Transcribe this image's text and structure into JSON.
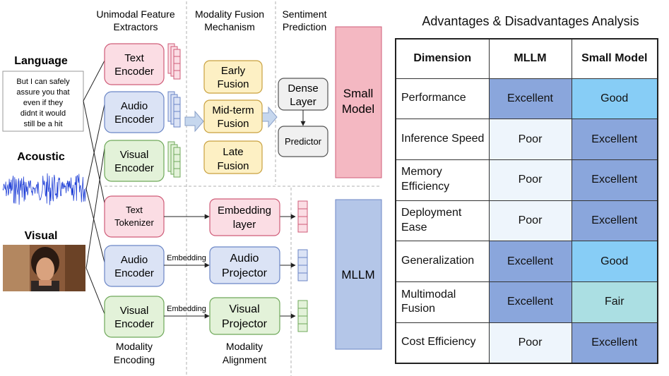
{
  "diagram": {
    "headers": {
      "unimodal_line1": "Unimodal Feature",
      "unimodal_line2": "Extractors",
      "fusion_line1": "Modality Fusion",
      "fusion_line2": "Mechanism",
      "sentiment_line1": "Sentiment",
      "sentiment_line2": "Prediction"
    },
    "inputs": {
      "language": "Language",
      "language_text": [
        "But I can safely",
        "assure you that",
        "even if they",
        "didnt it would",
        "still be a hit"
      ],
      "acoustic": "Acoustic",
      "visual": "Visual"
    },
    "encoders": {
      "text": [
        "Text",
        "Encoder"
      ],
      "audio": [
        "Audio",
        "Encoder"
      ],
      "visual": [
        "Visual",
        "Encoder"
      ]
    },
    "fusion": {
      "early": [
        "Early",
        "Fusion"
      ],
      "mid": [
        "Mid-term",
        "Fusion"
      ],
      "late": [
        "Late",
        "Fusion"
      ]
    },
    "prediction": {
      "dense": [
        "Dense",
        "Layer"
      ],
      "predictor": "Predictor",
      "small_model": [
        "Small",
        "Model"
      ]
    },
    "mllm_branch": {
      "text_tokenizer": [
        "Text",
        "Tokenizer"
      ],
      "audio_encoder": [
        "Audio",
        "Encoder"
      ],
      "visual_encoder": [
        "Visual",
        "Encoder"
      ],
      "embedding_layer": [
        "Embedding",
        "layer"
      ],
      "audio_projector": [
        "Audio",
        "Projector"
      ],
      "visual_projector": [
        "Visual",
        "Projector"
      ],
      "embedding_label": "Embedding",
      "mllm": "MLLM"
    },
    "footers": {
      "encoding": [
        "Modality",
        "Encoding"
      ],
      "alignment": [
        "Modality",
        "Alignment"
      ]
    },
    "colors": {
      "pink_fill": "#fbdde4",
      "pink_stroke": "#cf5c78",
      "blue_fill": "#dbe3f5",
      "blue_stroke": "#6b86c6",
      "green_fill": "#e3f2d9",
      "green_stroke": "#6fa85a",
      "yellow_fill": "#fdf0c4",
      "yellow_stroke": "#c9a13f",
      "small_model": "#f4b8c2",
      "mllm": "#b4c6e8",
      "arrow": "#c6d7ee"
    }
  },
  "analysis": {
    "title": "Advantages & Disadvantages Analysis",
    "columns": [
      "Dimension",
      "MLLM",
      "Small Model"
    ],
    "rows": [
      {
        "dimension": "Performance",
        "mllm": "Excellent",
        "small": "Good"
      },
      {
        "dimension": "Inference Speed",
        "mllm": "Poor",
        "small": "Excellent"
      },
      {
        "dimension": "Memory Efficiency",
        "mllm": "Poor",
        "small": "Excellent"
      },
      {
        "dimension": "Deployment Ease",
        "mllm": "Poor",
        "small": "Excellent"
      },
      {
        "dimension": "Generalization",
        "mllm": "Excellent",
        "small": "Good"
      },
      {
        "dimension": "Multimodal Fusion",
        "mllm": "Excellent",
        "small": "Fair"
      },
      {
        "dimension": "Cost Efficiency",
        "mllm": "Poor",
        "small": "Excellent"
      }
    ]
  }
}
